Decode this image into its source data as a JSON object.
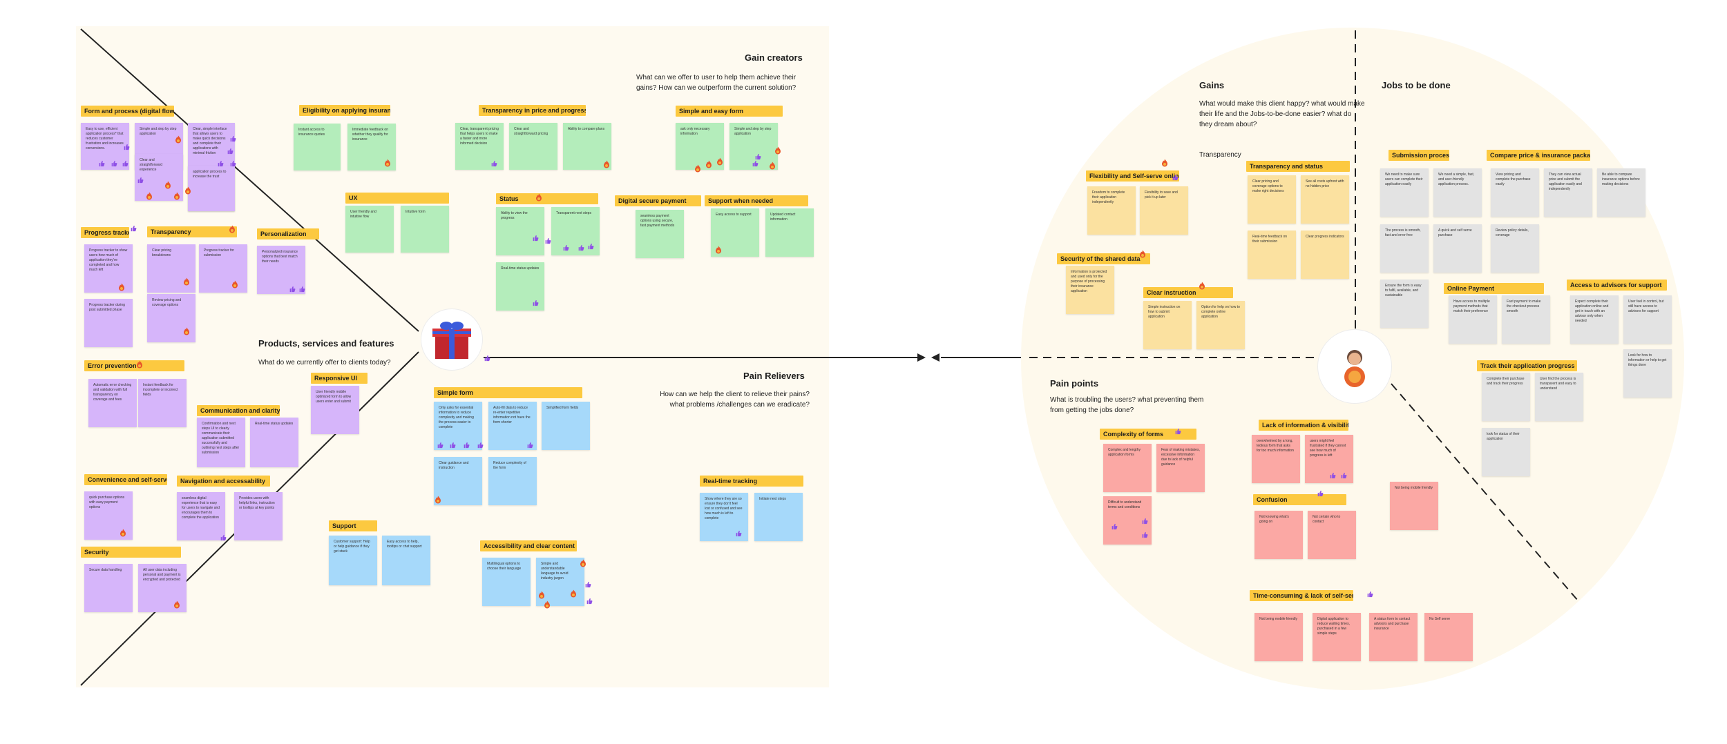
{
  "left_canvas": {
    "gain_creators": {
      "title": "Gain creators",
      "question": "What can we offer to user to help them achieve their gains? How can we outperform the current solution?"
    },
    "products": {
      "title": "Products, services and features",
      "question": "What do we currently offer to clients today?"
    },
    "pain_relievers": {
      "title": "Pain Relievers",
      "question": "How can we help the client to relieve their pains? what problems /challenges can we eradicate?"
    }
  },
  "right_canvas": {
    "gains": {
      "title": "Gains",
      "question": "What would make this client happy? what would make their life and the Jobs-to-be-done easier? what do they dream about?",
      "sub": "Transparency"
    },
    "jobs": {
      "title": "Jobs to be done"
    },
    "pain_points": {
      "title": "Pain points",
      "question": "What is troubling the users? what preventing them from getting the jobs done?"
    }
  },
  "tags": [
    {
      "id": "t1",
      "label": "Form and process (digital flow)"
    },
    {
      "id": "t2",
      "label": "Eligibility on applying insurance"
    },
    {
      "id": "t3",
      "label": "Transparency in price and progress"
    },
    {
      "id": "t4",
      "label": "Simple and easy form"
    },
    {
      "id": "t5",
      "label": "UX"
    },
    {
      "id": "t6",
      "label": "Status"
    },
    {
      "id": "t7",
      "label": "Digital secure payment"
    },
    {
      "id": "t8",
      "label": "Support when needed"
    },
    {
      "id": "t9",
      "label": "Progress tracker"
    },
    {
      "id": "t10",
      "label": "Transparency"
    },
    {
      "id": "t11",
      "label": "Personalization"
    },
    {
      "id": "t12",
      "label": "Error prevention"
    },
    {
      "id": "t13",
      "label": "Responsive UI"
    },
    {
      "id": "t14",
      "label": "Simple form"
    },
    {
      "id": "t15",
      "label": "Communication and clarity"
    },
    {
      "id": "t16",
      "label": "Convenience and self-serve"
    },
    {
      "id": "t17",
      "label": "Navigation and accessability"
    },
    {
      "id": "t18",
      "label": "Real-time tracking"
    },
    {
      "id": "t19",
      "label": "Security"
    },
    {
      "id": "t20",
      "label": "Support"
    },
    {
      "id": "t21",
      "label": "Accessibility and clear content"
    },
    {
      "id": "t22",
      "label": "Flexibility and Self-serve online"
    },
    {
      "id": "t23",
      "label": "Transparency and status"
    },
    {
      "id": "t24",
      "label": "Security of the shared data"
    },
    {
      "id": "t25",
      "label": "Clear instruction"
    },
    {
      "id": "t26",
      "label": "Submission process"
    },
    {
      "id": "t27",
      "label": "Compare price & insurance package"
    },
    {
      "id": "t28",
      "label": "Online Payment"
    },
    {
      "id": "t29",
      "label": "Access to advisors for support"
    },
    {
      "id": "t30",
      "label": "Track their application progress"
    },
    {
      "id": "t31",
      "label": "Complexity of forms"
    },
    {
      "id": "t32",
      "label": "Lack of information & visibility"
    },
    {
      "id": "t33",
      "label": "Confusion"
    },
    {
      "id": "t34",
      "label": "Time-consuming & lack of self-serve"
    }
  ],
  "notes": [
    {
      "id": "n1",
      "text": "Easy to use, efficient application process* that reduces customer frustration and increases conversions."
    },
    {
      "id": "n2",
      "text": "Simple and step by step application"
    },
    {
      "id": "n3",
      "text": "Clear, simple interface that allows users to make quick decisions and complete their applications with minimal friction"
    },
    {
      "id": "n4",
      "text": "Clear and straightforward experience"
    },
    {
      "id": "n5",
      "text": "application process to increase the trust"
    },
    {
      "id": "n6",
      "text": "Instant access to insurance quotes"
    },
    {
      "id": "n7",
      "text": "Immediate feedback on whether they qualify for insurance"
    },
    {
      "id": "n8",
      "text": "Clear, transparent pricing that helps users to make a faster and more informed decision"
    },
    {
      "id": "n9",
      "text": "Clear and straightforward pricing"
    },
    {
      "id": "n10",
      "text": "Ability to compare plans"
    },
    {
      "id": "n11",
      "text": "ask only necessary information"
    },
    {
      "id": "n12",
      "text": "Simple and step by step application"
    },
    {
      "id": "n13",
      "text": "User friendly and intuitive flow"
    },
    {
      "id": "n14",
      "text": "Intuitive form"
    },
    {
      "id": "n15",
      "text": "Ability to view the progress"
    },
    {
      "id": "n16",
      "text": "Transparent next steps"
    },
    {
      "id": "n17",
      "text": "Real-time status updates"
    },
    {
      "id": "n18",
      "text": "seamless payment options using secure, fast payment methods"
    },
    {
      "id": "n19",
      "text": "Easy access to support"
    },
    {
      "id": "n20",
      "text": "Updated contact information"
    },
    {
      "id": "n21",
      "text": "Progress tracker to show users how much of application they've completed and how much left"
    },
    {
      "id": "n22",
      "text": "Progress tracker during post submitted phase"
    },
    {
      "id": "n23",
      "text": "Clear pricing breakdowns"
    },
    {
      "id": "n24",
      "text": "Progress tracker for submission"
    },
    {
      "id": "n25",
      "text": "Review pricing and coverage options"
    },
    {
      "id": "n26",
      "text": "Personalized insurance options that best match their needs"
    },
    {
      "id": "n27",
      "text": "Automatic error checking and validation with full transparency on coverage and fees"
    },
    {
      "id": "n28",
      "text": "Instant feedback for incomplete or incorrect fields"
    },
    {
      "id": "n29",
      "text": "User friendly mobile optimized form to allow users enter and submit"
    },
    {
      "id": "n30",
      "text": "Only asks for essential information to reduce complexity and making the process easier to complete"
    },
    {
      "id": "n31",
      "text": "Auto-fill data to reduce re-enter repetitive information not have the form shorter"
    },
    {
      "id": "n32",
      "text": "Simplified form fields"
    },
    {
      "id": "n33",
      "text": "Clear guidance and instruction"
    },
    {
      "id": "n34",
      "text": "Reduce complexity of the form"
    },
    {
      "id": "n35",
      "text": "Confirmation and next steps UI to clearly communicate their application submitted successfully and outlining next steps after submission"
    },
    {
      "id": "n36",
      "text": "Real-time status updates"
    },
    {
      "id": "n37",
      "text": "quick purchase options with easy payment options"
    },
    {
      "id": "n38",
      "text": "seamless digital experience that is easy for users to navigate and encourages them to complete the application"
    },
    {
      "id": "n39",
      "text": "Provides users with helpful links, instruction or tooltips at key points"
    },
    {
      "id": "n40",
      "text": "Show where they are so ensure they don't feel lost or confused and see how much is left to complete"
    },
    {
      "id": "n41",
      "text": "Initiate next steps"
    },
    {
      "id": "n42",
      "text": "Secure data handling"
    },
    {
      "id": "n43",
      "text": "All user data including personal and payment is encrypted and protected"
    },
    {
      "id": "n44",
      "text": "Customer support: Help or help guidance if they get stuck"
    },
    {
      "id": "n45",
      "text": "Easy access to help, tooltips or chat support"
    },
    {
      "id": "n46",
      "text": "Multilingual options to choose their language"
    },
    {
      "id": "n47",
      "text": "Simple and understandable language to avoid industry jargon"
    },
    {
      "id": "n48",
      "text": "Freedom to complete their application independently"
    },
    {
      "id": "n49",
      "text": "Flexibility to save and pick it up later"
    },
    {
      "id": "n50",
      "text": "Clear pricing and coverage options to make right decisions"
    },
    {
      "id": "n51",
      "text": "See all costs upfront with no hidden price"
    },
    {
      "id": "n52",
      "text": "Real-time feedback on their submission"
    },
    {
      "id": "n53",
      "text": "Clear progress indicators"
    },
    {
      "id": "n54",
      "text": "Information is protected and used only for the purpose of processing their insurance application"
    },
    {
      "id": "n55",
      "text": "Simple instruction on how to submit application"
    },
    {
      "id": "n56",
      "text": "Option for help on how to complete online application"
    },
    {
      "id": "n57",
      "text": "We need to make sure users can complete their application easily"
    },
    {
      "id": "n58",
      "text": "We need a simple, fast, and user-friendly application process."
    },
    {
      "id": "n59",
      "text": "View pricing and complete the purchase easily"
    },
    {
      "id": "n60",
      "text": "They can view actual price and submit the application easily and independently"
    },
    {
      "id": "n61",
      "text": "Be able to compare insurance options before making decisions"
    },
    {
      "id": "n62",
      "text": "The process is smooth, fast and error free"
    },
    {
      "id": "n63",
      "text": "A quick and self serve purchase"
    },
    {
      "id": "n64",
      "text": "Review policy details, coverage"
    },
    {
      "id": "n65",
      "text": "Ensure the form is easy to fulfil, available, and sustainable"
    },
    {
      "id": "n66",
      "text": "Have access to multiple payment methods that match their preference"
    },
    {
      "id": "n67",
      "text": "Fast payment to make the checkout process smooth"
    },
    {
      "id": "n68",
      "text": "Expect complete their application online and get in touch with an advisor only when needed"
    },
    {
      "id": "n69",
      "text": "User feel in control, but still have access to advisors for support"
    },
    {
      "id": "n70",
      "text": "Complete their purchase and track their progress"
    },
    {
      "id": "n71",
      "text": "User find the process is transparent and easy to understand"
    },
    {
      "id": "n72",
      "text": "Look for how to information or help to get things done"
    },
    {
      "id": "n73",
      "text": "look for status of their application"
    },
    {
      "id": "n74",
      "text": "Complex and lengthy application forms"
    },
    {
      "id": "n75",
      "text": "Fear of making mistakes, excessive information due to lack of helpful guidance"
    },
    {
      "id": "n76",
      "text": "Difficult to understand terms and conditions"
    },
    {
      "id": "n77",
      "text": "overwhelmed by a long, tedious form that asks for too much information"
    },
    {
      "id": "n78",
      "text": "users might feel frustrated if they cannot see how much of progress is left"
    },
    {
      "id": "n79",
      "text": "Not being mobile friendly"
    },
    {
      "id": "n80",
      "text": "Not knowing what's going on"
    },
    {
      "id": "n81",
      "text": "Not certain who to contact"
    },
    {
      "id": "n82",
      "text": "Not being mobile friendly"
    },
    {
      "id": "n83",
      "text": "Digital application to reduce waiting times, purchased in a few simple steps"
    },
    {
      "id": "n84",
      "text": "A status form to contact advisors and purchase insurance"
    },
    {
      "id": "n85",
      "text": "No Self serve"
    }
  ],
  "icons": {
    "gift": "gift-icon",
    "avatar": "user-avatar-icon",
    "fire": "fire-emoji-icon",
    "thumb": "thumbs-up-icon"
  },
  "colors": {
    "tag": "#fcc940",
    "purple": "#d6b5fa",
    "green": "#b4edbb",
    "blue": "#a6d9fa",
    "yellow": "#fbe1a0",
    "grey": "#e3e3e3",
    "red": "#fba8a4",
    "canvas": "#fefaf0"
  }
}
